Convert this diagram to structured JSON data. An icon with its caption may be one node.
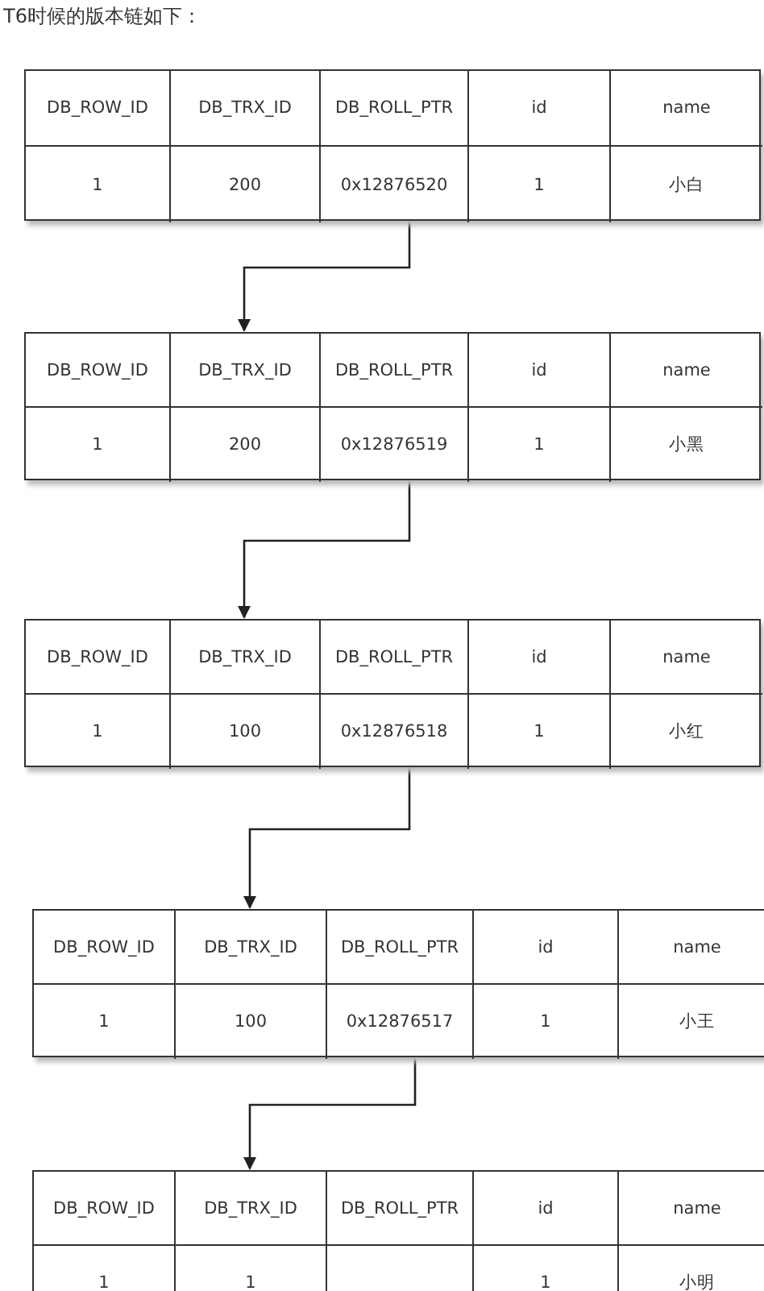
{
  "diagram": {
    "title": "T6时候的版本链如下：",
    "nodes": [
      {
        "text": [
          "DB_ROW_ID",
          "DB_TRX_ID",
          "DB_ROLL_PTR",
          "id",
          "name",
          "1",
          "200",
          "0x12876520",
          "1",
          "小白"
        ]
      },
      {
        "text": [
          "DB_ROW_ID",
          "DB_TRX_ID",
          "DB_ROLL_PTR",
          "id",
          "name",
          "1",
          "200",
          "0x12876519",
          "1",
          "小黑"
        ]
      },
      {
        "text": [
          "DB_ROW_ID",
          "DB_TRX_ID",
          "DB_ROLL_PTR",
          "id",
          "name",
          "1",
          "100",
          "0x12876518",
          "1",
          "小红"
        ]
      },
      {
        "text": [
          "DB_ROW_ID",
          "DB_TRX_ID",
          "DB_ROLL_PTR",
          "id",
          "name",
          "1",
          "100",
          "0x12876517",
          "1",
          "小王"
        ]
      },
      {
        "text": [
          "DB_ROW_ID",
          "DB_TRX_ID",
          "DB_ROLL_PTR",
          "id",
          "name",
          "1",
          "1",
          "1",
          "小明"
        ]
      }
    ],
    "edges": [
      {
        "from": 0,
        "to": 1,
        "arrow": "to"
      },
      {
        "from": 1,
        "to": 2,
        "arrow": "to"
      },
      {
        "from": 2,
        "to": 3,
        "arrow": "to"
      },
      {
        "from": 3,
        "to": 4,
        "arrow": "to"
      }
    ]
  }
}
